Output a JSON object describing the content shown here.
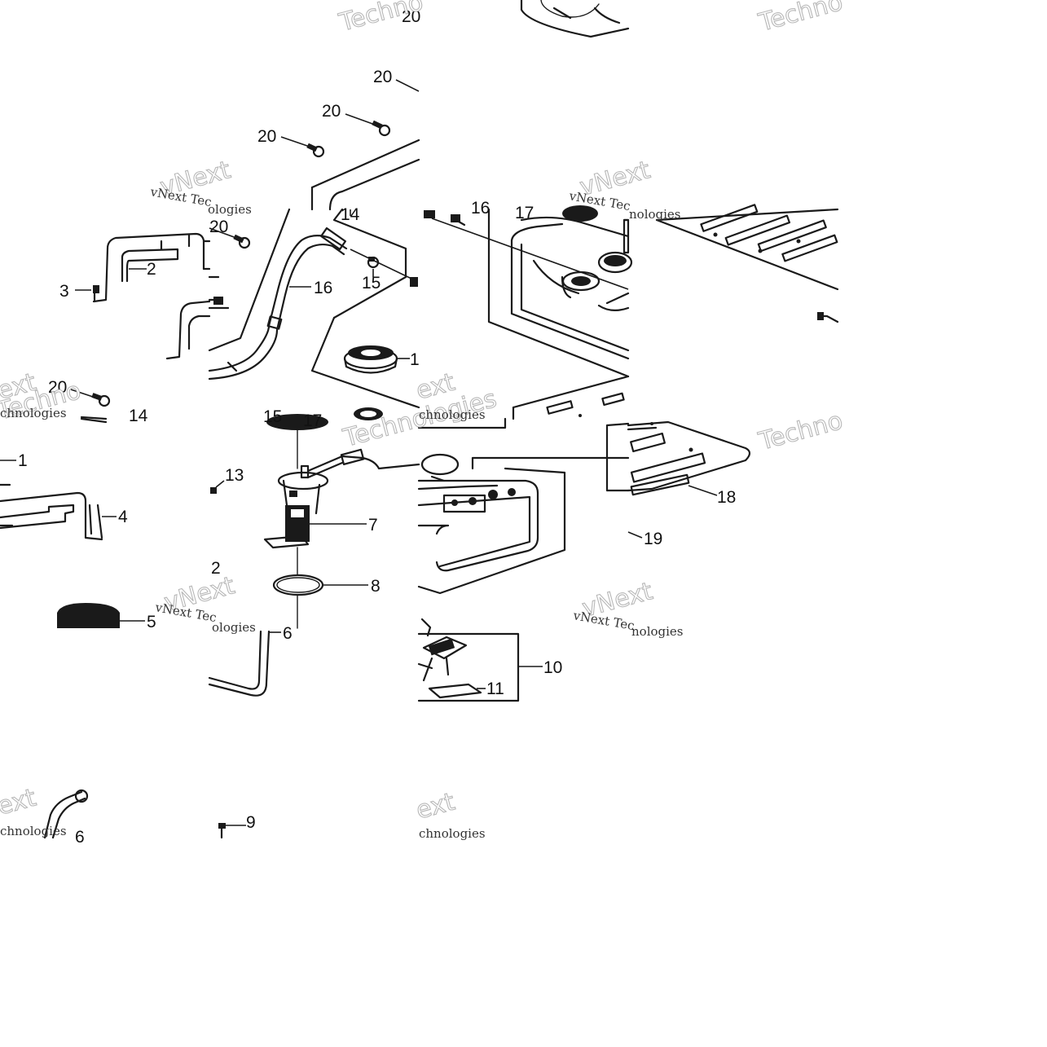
{
  "diagram": {
    "callouts": {
      "c1": "1",
      "c2": "2",
      "c2b": "2",
      "c3": "3",
      "c4": "4",
      "c5": "5",
      "c6": "6",
      "c6b": "6",
      "c7": "7",
      "c8": "8",
      "c9": "9",
      "c10": "10",
      "c11": "11",
      "c13": "13",
      "c14": "14",
      "c14b": "14",
      "c15": "15",
      "c15b": "15",
      "c16": "16",
      "c16b": "16",
      "c17": "17",
      "c17b": "17",
      "c18": "18",
      "c19": "19",
      "c20a": "20",
      "c20b": "20",
      "c20c": "20",
      "c20d": "20",
      "c20e": "20",
      "c20f": "20",
      "c1b": "1"
    },
    "watermark": {
      "brand_big": "Techno",
      "brand_next": "vNext",
      "brand_next2": "ext",
      "technologies": "Technologies",
      "vnext_tec": "vNext Tec",
      "technologies_small": "chnologies",
      "ologies": "ologies",
      "nologies": "nologies"
    }
  }
}
